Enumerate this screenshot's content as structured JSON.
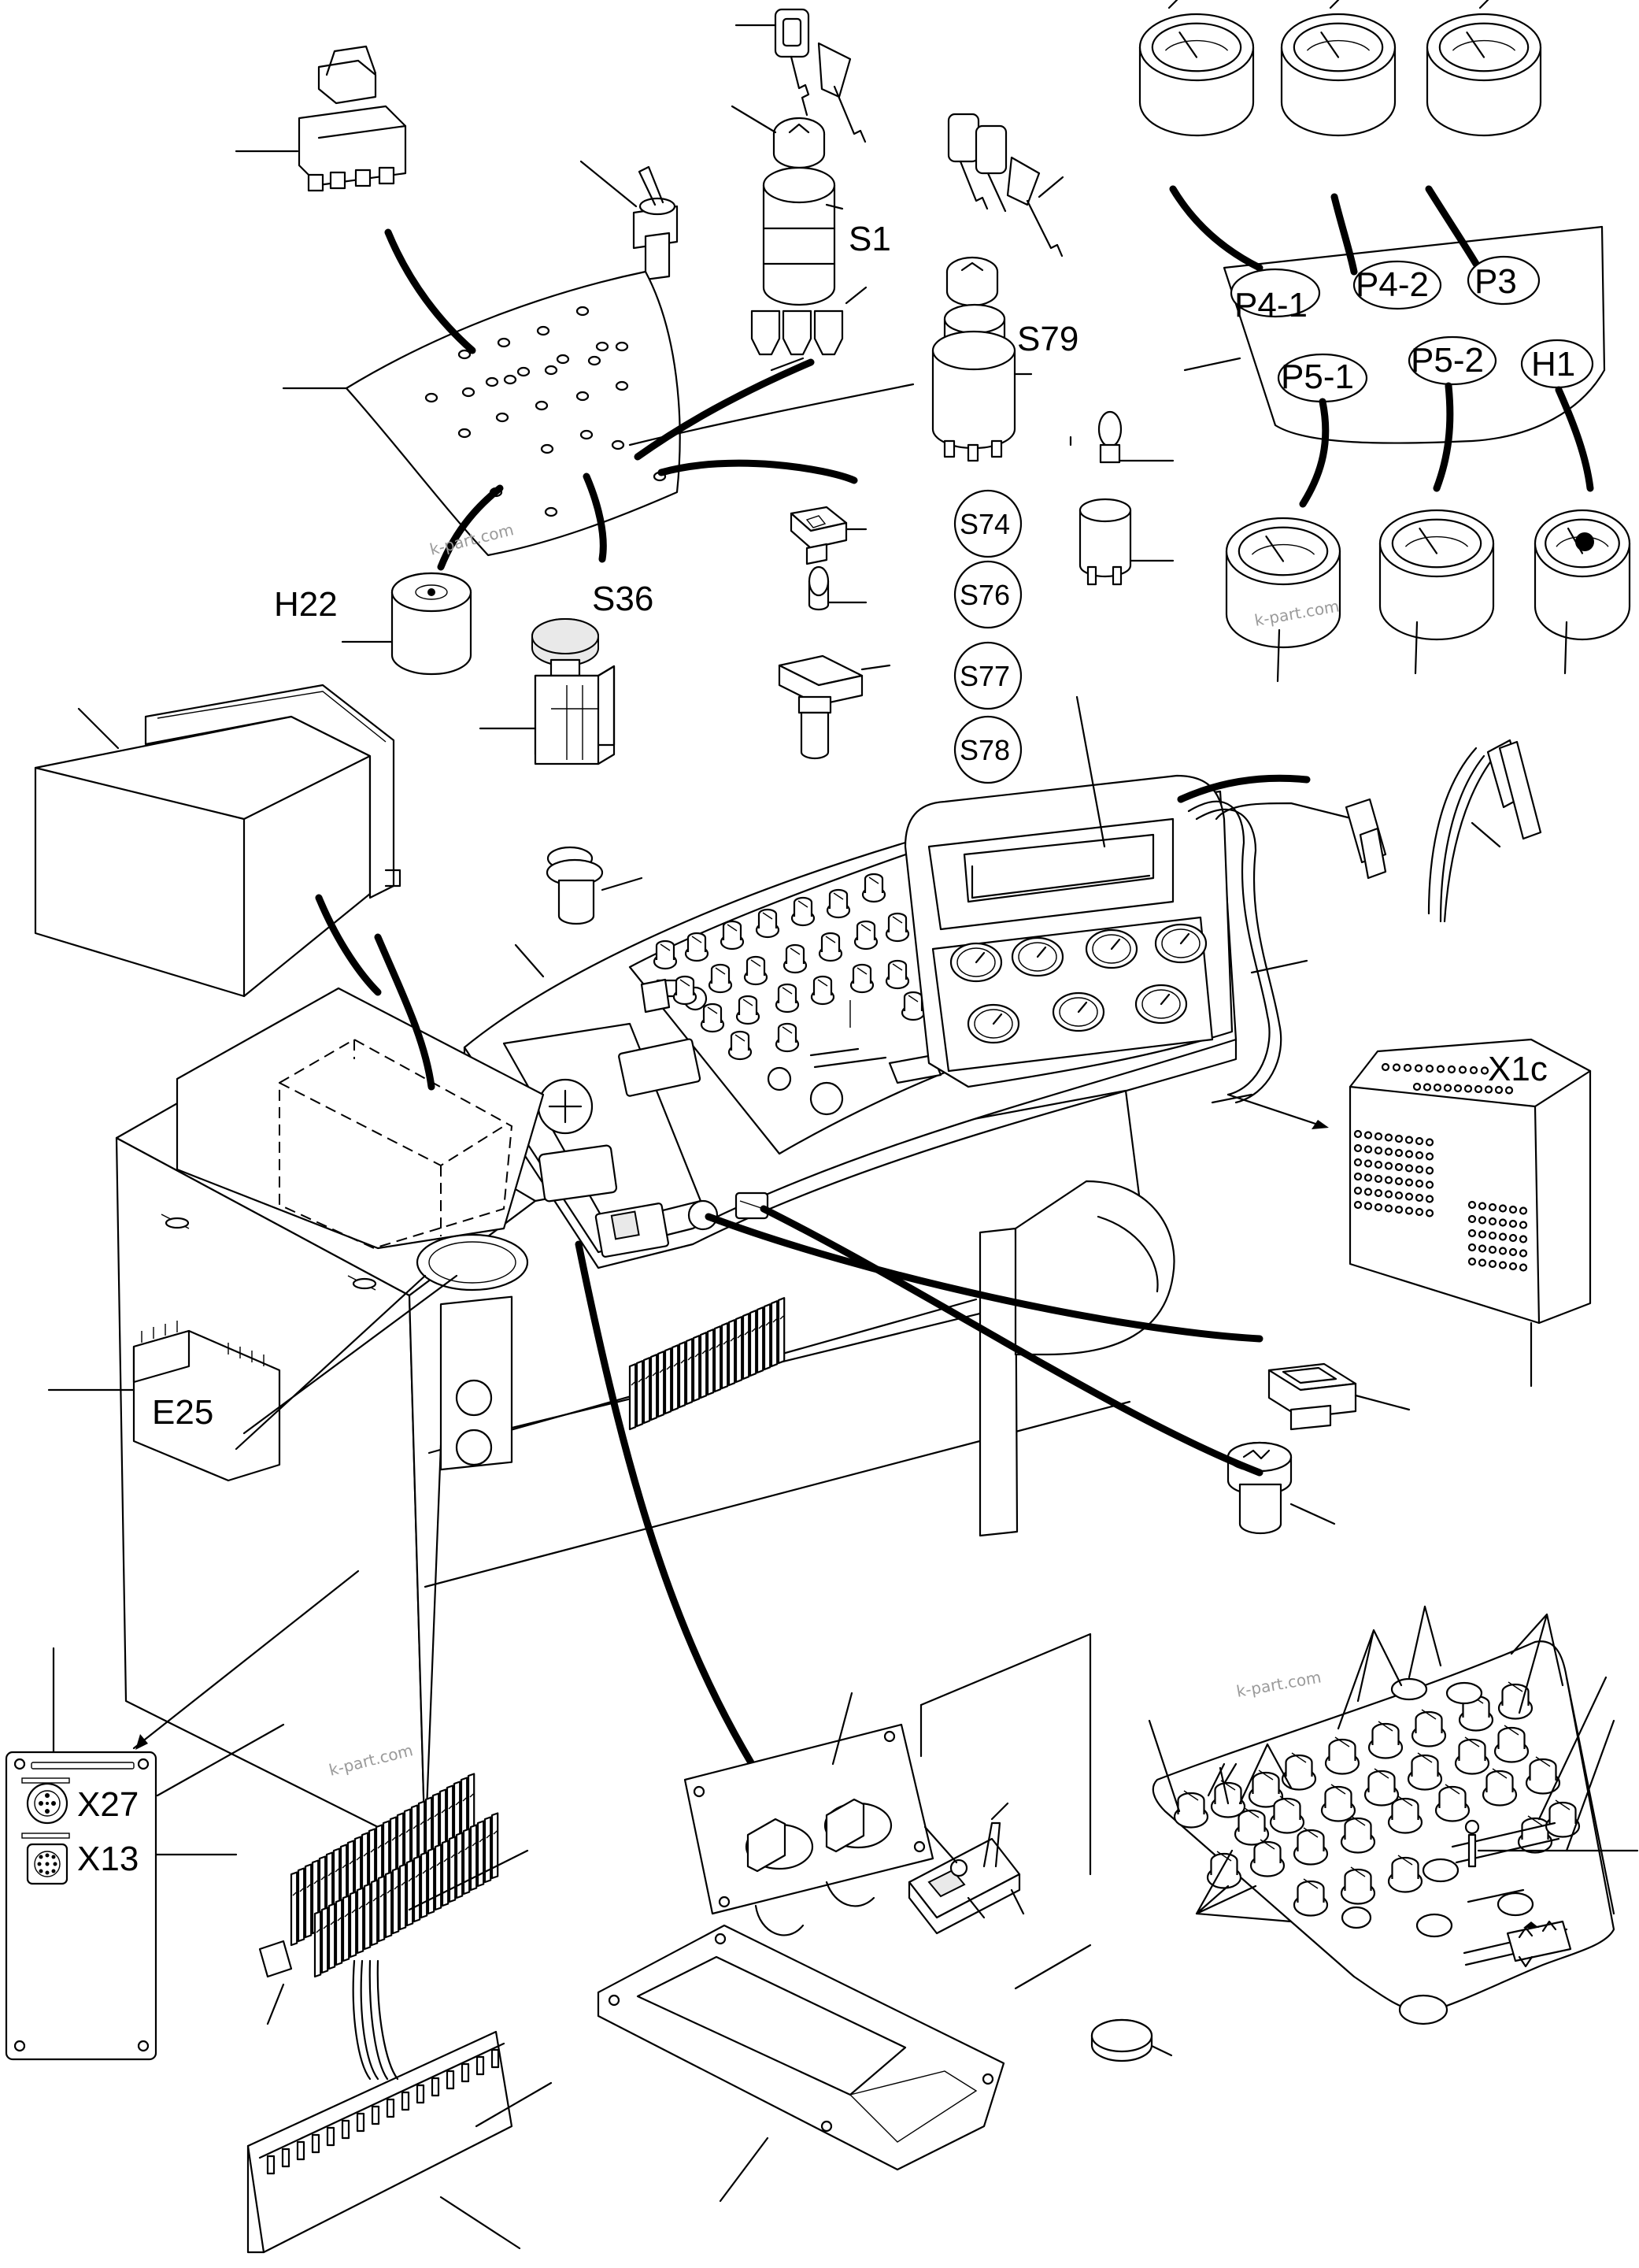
{
  "labels": {
    "s1": "S1",
    "s79": "S79",
    "h22": "H22",
    "s36": "S36",
    "s74": "S74",
    "s76": "S76",
    "s77": "S77",
    "s78": "S78",
    "p4_1": "P4-1",
    "p4_2": "P4-2",
    "p3": "P3",
    "p5_1": "P5-1",
    "p5_2": "P5-2",
    "h1": "H1",
    "x1c": "X1c",
    "e25": "E25",
    "x27": "X27",
    "x13": "X13"
  },
  "watermarks": [
    "k-part.com",
    "k-part.com",
    "k-part.com",
    "k-part.com"
  ],
  "icons": {
    "key": "key-icon",
    "gauge": "gauge-icon",
    "switch": "switch-icon",
    "connector": "connector-icon"
  }
}
